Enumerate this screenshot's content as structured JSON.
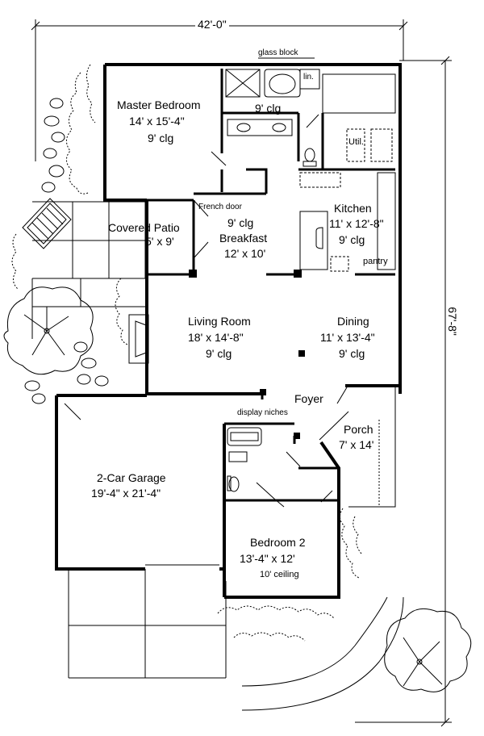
{
  "dimensions": {
    "overall_width": "42'-0\"",
    "overall_depth": "67'-8\""
  },
  "rooms": {
    "master_bedroom": {
      "name": "Master Bedroom",
      "size": "14' x 15'-4\"",
      "ceiling": "9' clg"
    },
    "master_bath": {
      "ceiling": "9' clg"
    },
    "kitchen": {
      "name": "Kitchen",
      "size": "11' x 12'-8\"",
      "ceiling": "9' clg"
    },
    "breakfast": {
      "ceiling": "9' clg",
      "name": "Breakfast",
      "size": "12' x 10'"
    },
    "covered_patio": {
      "name": "Covered Patio",
      "size": "5' x 9'"
    },
    "living_room": {
      "name": "Living Room",
      "size": "18' x 14'-8\"",
      "ceiling": "9' clg"
    },
    "dining": {
      "name": "Dining",
      "size": "11' x 13'-4\"",
      "ceiling": "9' clg"
    },
    "foyer": {
      "name": "Foyer"
    },
    "porch": {
      "name": "Porch",
      "size": "7' x 14'"
    },
    "garage": {
      "name": "2-Car Garage",
      "size": "19'-4\" x 21'-4\""
    },
    "bedroom_2": {
      "name": "Bedroom 2",
      "size": "13'-4\" x 12'",
      "ceiling": "10' ceiling"
    }
  },
  "notes": {
    "glass_block": "glass block",
    "linen": "lin.",
    "utility": "Util.",
    "french_door": "French door",
    "pantry": "pantry",
    "display_niches": "display niches"
  }
}
